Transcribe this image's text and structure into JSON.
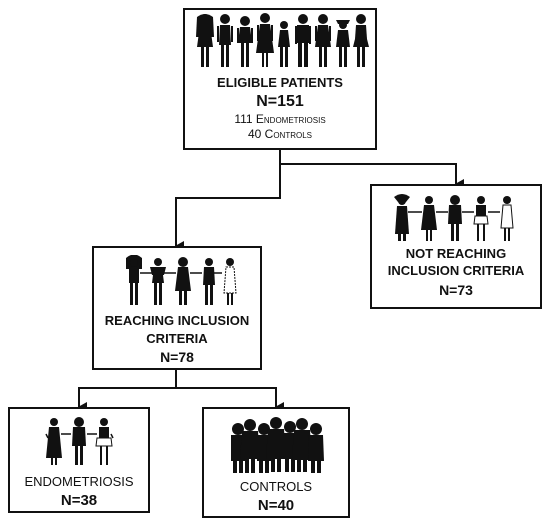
{
  "eligible": {
    "title": "ELIGIBLE PATIENTS",
    "count": "N=151",
    "line1": "111 Endometriosis",
    "line2": "40 Controls"
  },
  "reaching": {
    "line1": "REACHING INCLUSION",
    "line2": "CRITERIA",
    "count": "N=78"
  },
  "not_reaching": {
    "line1": "NOT REACHING",
    "line2": "INCLUSION CRITERIA",
    "count": "N=73"
  },
  "endometriosis": {
    "label": "ENDOMETRIOSIS",
    "count": "N=38"
  },
  "controls": {
    "label": "CONTROLS",
    "count": "N=40"
  },
  "colors": {
    "stroke": "#111111",
    "figure": "#111111",
    "background": "#ffffff"
  }
}
